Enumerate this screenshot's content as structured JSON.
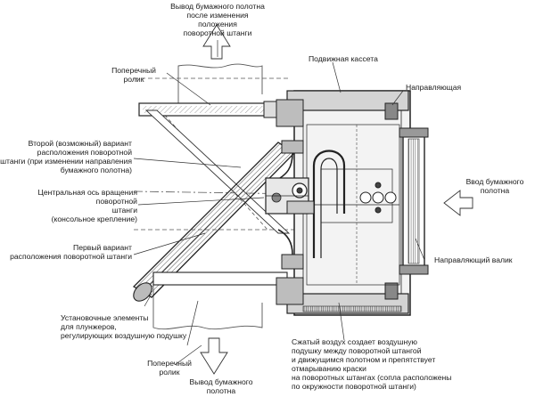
{
  "labels": {
    "top_output": "Вывод бумажного полотна\nпосле изменения положения\nповоротной штанги",
    "cross_roller_top": "Поперечный\nролик",
    "movable_cassette": "Подвижная кассета",
    "guide": "Направляющая",
    "second_variant": "Второй (возможный) вариант\nрасположения поворотной\nштанги (при изменении направления\nбумажного полотна)",
    "central_axis": "Центральная ось вращения поворотной\nштанги\n(консольное крепление)",
    "paper_input": "Ввод бумажного\nполотна",
    "first_variant": "Первый вариант\nрасположения поворотной штанги",
    "guide_roller": "Направляющий валик",
    "mounting_elements": "Установочные элементы\nдля плунжеров,\nрегулирующих воздушную подушку",
    "compressed_air": "Сжатый воздух создает воздушную\nподушку между поворотной штангой\nи движущимся полотном и препятствует\nотмарыванию краски\nна поворотных штангах (сопла расположены\nпо окружности поворотной штанги)",
    "cross_roller_bottom": "Поперечный\nролик",
    "bottom_output": "Вывод бумажного\nполотна"
  }
}
